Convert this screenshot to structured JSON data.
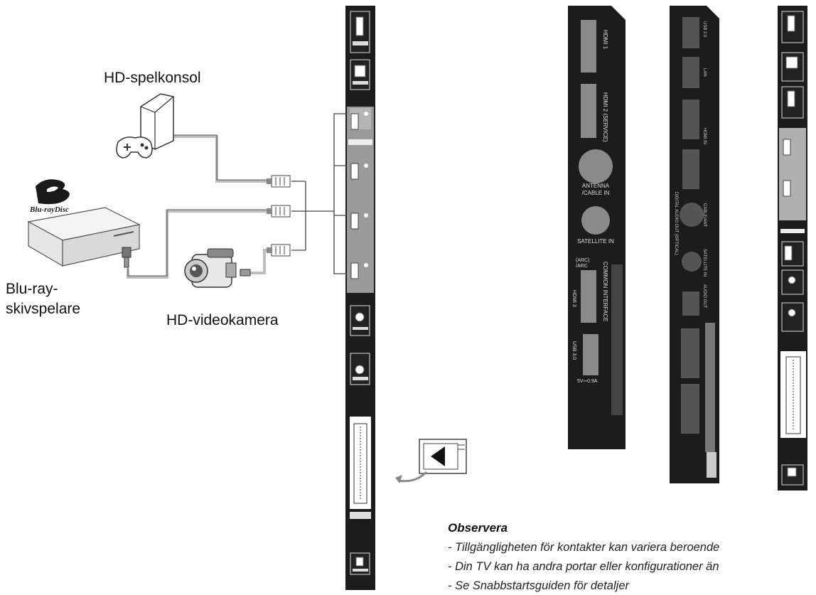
{
  "labels": {
    "console": "HD-spelkonsol",
    "bluray_line1": "Blu-ray-",
    "bluray_line2": "skivspelare",
    "camcorder": "HD-videokamera",
    "bluray_logo_top": "Blu-rayDisc"
  },
  "panel_b": {
    "hdmi1": "HDMI 1",
    "hdmi2": "HDMI 2 (SERVICE)",
    "antenna_line1": "ANTENNA",
    "antenna_line2": "/CABLE IN",
    "satellite": "SATELLITE IN",
    "arc_line1": "(ARC)",
    "arc_line2": "/ARC",
    "hdmi3": "HDMI 3",
    "common_interface": "COMMON INTERFACE",
    "usb": "USB 3.0",
    "usb_power": "5V⎓0.9A"
  },
  "panel_c": {
    "usb": "USB 2.0",
    "lan": "LAN",
    "hdmi": "HDMI IN",
    "cable": "CABLE/ANT",
    "satellite": "SATELLITE IN",
    "audio": "AUDIO OUT",
    "optical": "DIGITAL AUDIO OUT (OPTICAL)"
  },
  "notes": {
    "title": "Observera",
    "items": [
      "- Tillgängligheten för kontakter kan variera beroende",
      "- Din TV kan ha andra portar eller konfigurationer än",
      "- Se Snabbstartsguiden för detaljer"
    ]
  },
  "colors": {
    "panel": "#1c1c1c",
    "port_gray": "#8a8a8a",
    "cable": "#bdbdbd",
    "highlight": "#9a9a9a"
  }
}
